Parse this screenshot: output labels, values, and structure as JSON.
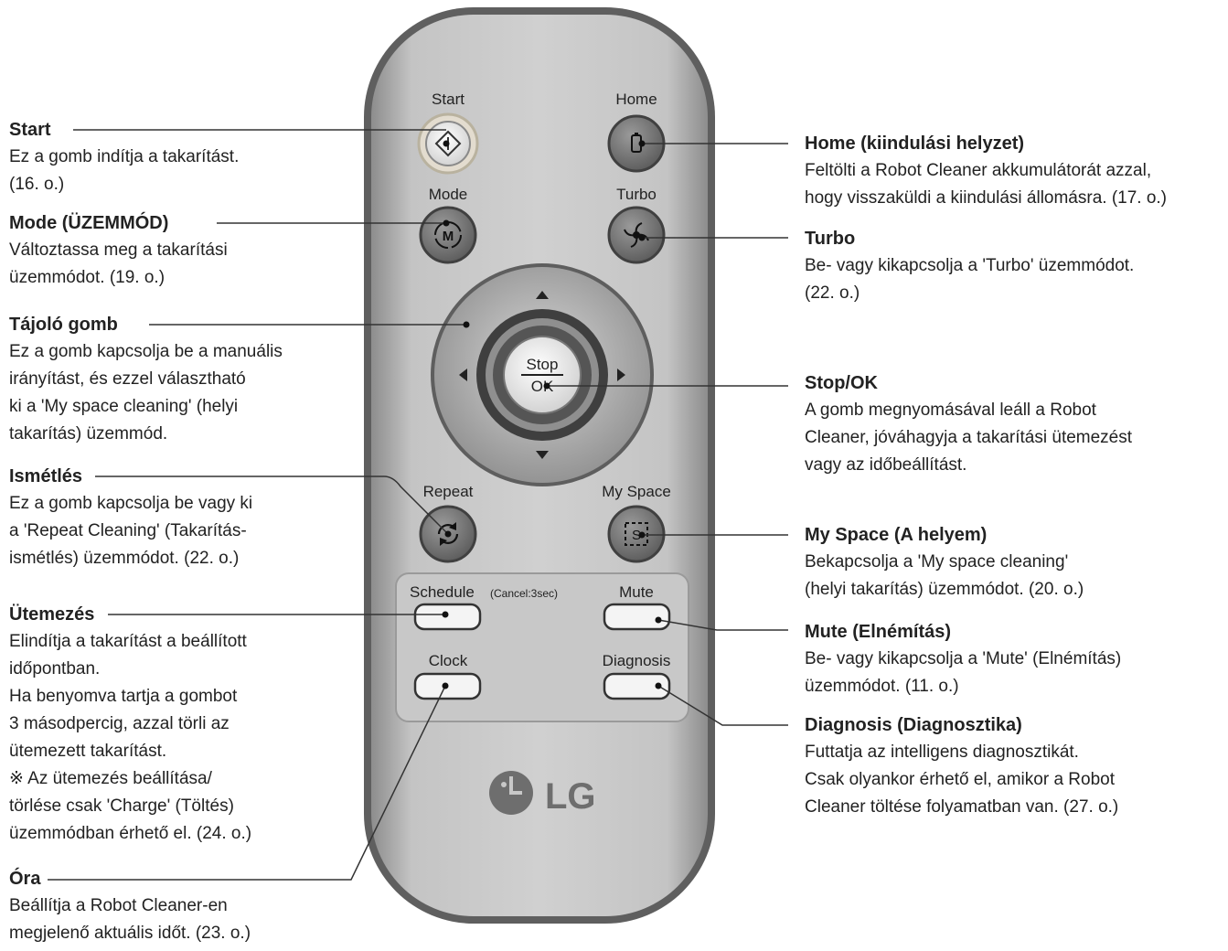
{
  "remote": {
    "btn_start": "Start",
    "btn_home": "Home",
    "btn_mode": "Mode",
    "btn_turbo": "Turbo",
    "btn_stop": "Stop",
    "btn_ok": "OK",
    "btn_repeat": "Repeat",
    "btn_myspace": "My Space",
    "btn_schedule": "Schedule",
    "btn_schedule_note": "(Cancel:3sec)",
    "btn_mute": "Mute",
    "btn_clock": "Clock",
    "btn_diagnosis": "Diagnosis",
    "brand": "LG",
    "colors": {
      "body": "#b9b9b9",
      "body_edge": "#6e6e6e",
      "button_dark": "#7a7a7a",
      "ring": "#a6a6a6"
    }
  },
  "left": [
    {
      "title": "Start",
      "desc": "Ez a gomb indítja a takarítást.\n(16. o.)"
    },
    {
      "title": "Mode (ÜZEMMÓD)",
      "desc": "Változtassa meg a takarítási\nüzemmódot. (19. o.)"
    },
    {
      "title": "Tájoló gomb",
      "desc": "Ez a gomb kapcsolja be a manuális\nirányítást, és ezzel választható\nki a 'My space cleaning' (helyi\ntakarítás) üzemmód."
    },
    {
      "title": "Ismétlés",
      "desc": "Ez a gomb kapcsolja be vagy ki\na 'Repeat Cleaning' (Takarítás-\nismétlés) üzemmódot. (22. o.)"
    },
    {
      "title": "Ütemezés",
      "desc": "Elindítja a takarítást a beállított\nidőpontban.\nHa benyomva tartja a gombot\n3 másodpercig, azzal törli az\nütemezett takarítást.\n※ Az ütemezés beállítása/\n   törlése csak 'Charge' (Töltés)\n   üzemmódban érhető el. (24. o.)"
    },
    {
      "title": "Óra",
      "desc": "Beállítja a Robot Cleaner-en\nmegjelenő aktuális időt. (23. o.)"
    }
  ],
  "right": [
    {
      "title": "Home (kiindulási helyzet)",
      "desc": "Feltölti a Robot Cleaner akkumulátorát azzal,\nhogy visszaküldi a kiindulási állomásra. (17. o.)"
    },
    {
      "title": "Turbo",
      "desc": "Be- vagy kikapcsolja a 'Turbo' üzemmódot.\n(22. o.)"
    },
    {
      "title": "Stop/OK",
      "desc": "A gomb megnyomásával leáll a Robot\nCleaner, jóváhagyja a takarítási ütemezést\nvagy az időbeállítást."
    },
    {
      "title": "My Space (A helyem)",
      "desc": "Bekapcsolja a 'My space cleaning'\n(helyi takarítás) üzemmódot. (20. o.)"
    },
    {
      "title": "Mute (Elnémítás)",
      "desc": "Be- vagy kikapcsolja a 'Mute' (Elnémítás)\nüzemmódot. (11. o.)"
    },
    {
      "title": "Diagnosis (Diagnosztika)",
      "desc": "Futtatja az intelligens diagnosztikát.\nCsak olyankor érhető el, amikor a Robot\nCleaner töltése folyamatban van. (27. o.)"
    }
  ]
}
